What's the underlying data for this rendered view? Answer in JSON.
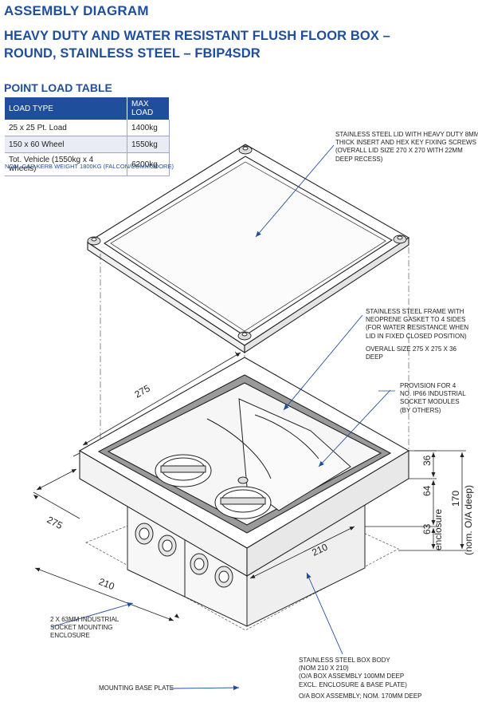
{
  "header": {
    "section": "ASSEMBLY DIAGRAM",
    "title_line1": "HEAVY DUTY AND WATER RESISTANT FLUSH FLOOR BOX –",
    "title_line2": "ROUND, STAINLESS STEEL – FBIP4SDR"
  },
  "load_table": {
    "heading": "POINT LOAD TABLE",
    "columns": [
      "LOAD TYPE",
      "MAX LOAD"
    ],
    "rows": [
      [
        "25 x 25 Pt. Load",
        "1400kg"
      ],
      [
        "150 x 60 Wheel",
        "1550kg"
      ],
      [
        "Tot. Vehicle (1550kg x 4 wheels)",
        "6200kg"
      ]
    ],
    "footnote": "NOM. CAR KERB WEIGHT 1800KG (FALCON/COMMODORE)"
  },
  "callouts": {
    "lid": [
      "STAINLESS STEEL LID WITH HEAVY DUTY 8mm",
      "THICK INSERT AND HEX KEY FIXING SCREWS",
      "(OVERALL LID SIZE 270 X 270 WITH 22mm",
      "DEEP RECESS)"
    ],
    "frame": [
      "STAINLESS STEEL FRAME WITH",
      "NEOPRENE GASKET TO 4 SIDES",
      "(FOR WATER RESISTANCE WHEN",
      "LID IN FIXED CLOSED POSITION)"
    ],
    "frame_size": [
      "OVERALL SIZE 275 X 275 X 36",
      "DEEP"
    ],
    "provision": [
      "PROVISION FOR 4",
      "No. IP66 INDUSTRIAL",
      "SOCKET MODULES",
      "(BY OTHERS)"
    ],
    "enclosure": [
      "2 X 63mm INDUSTRIAL",
      "SOCKET MOUNTING",
      "ENCLOSURE"
    ],
    "body": [
      "STAINLESS STEEL BOX BODY",
      "(NOM 210 X 210)",
      "(O/A BOX ASSEMBLY 100mm DEEP",
      "EXCL. ENCLOSURE & BASE PLATE)"
    ],
    "oa": "O/A BOX ASSEMBLY; NOM. 170mm DEEP",
    "base": "MOUNTING BASE PLATE"
  },
  "dimensions": {
    "frame_width": "275",
    "frame_depth": "275",
    "body_width": "210",
    "body_depth": "210",
    "d36": "36",
    "d64": "64",
    "d63": "63",
    "enclosure": "enclosure",
    "d170": "170",
    "nom_oa": "(nom. O/A deep)"
  },
  "colors": {
    "heading_blue": "#1f4e9c",
    "table_row_alt": "#e9ecf4",
    "callout_arrow": "#1f4e9c"
  }
}
